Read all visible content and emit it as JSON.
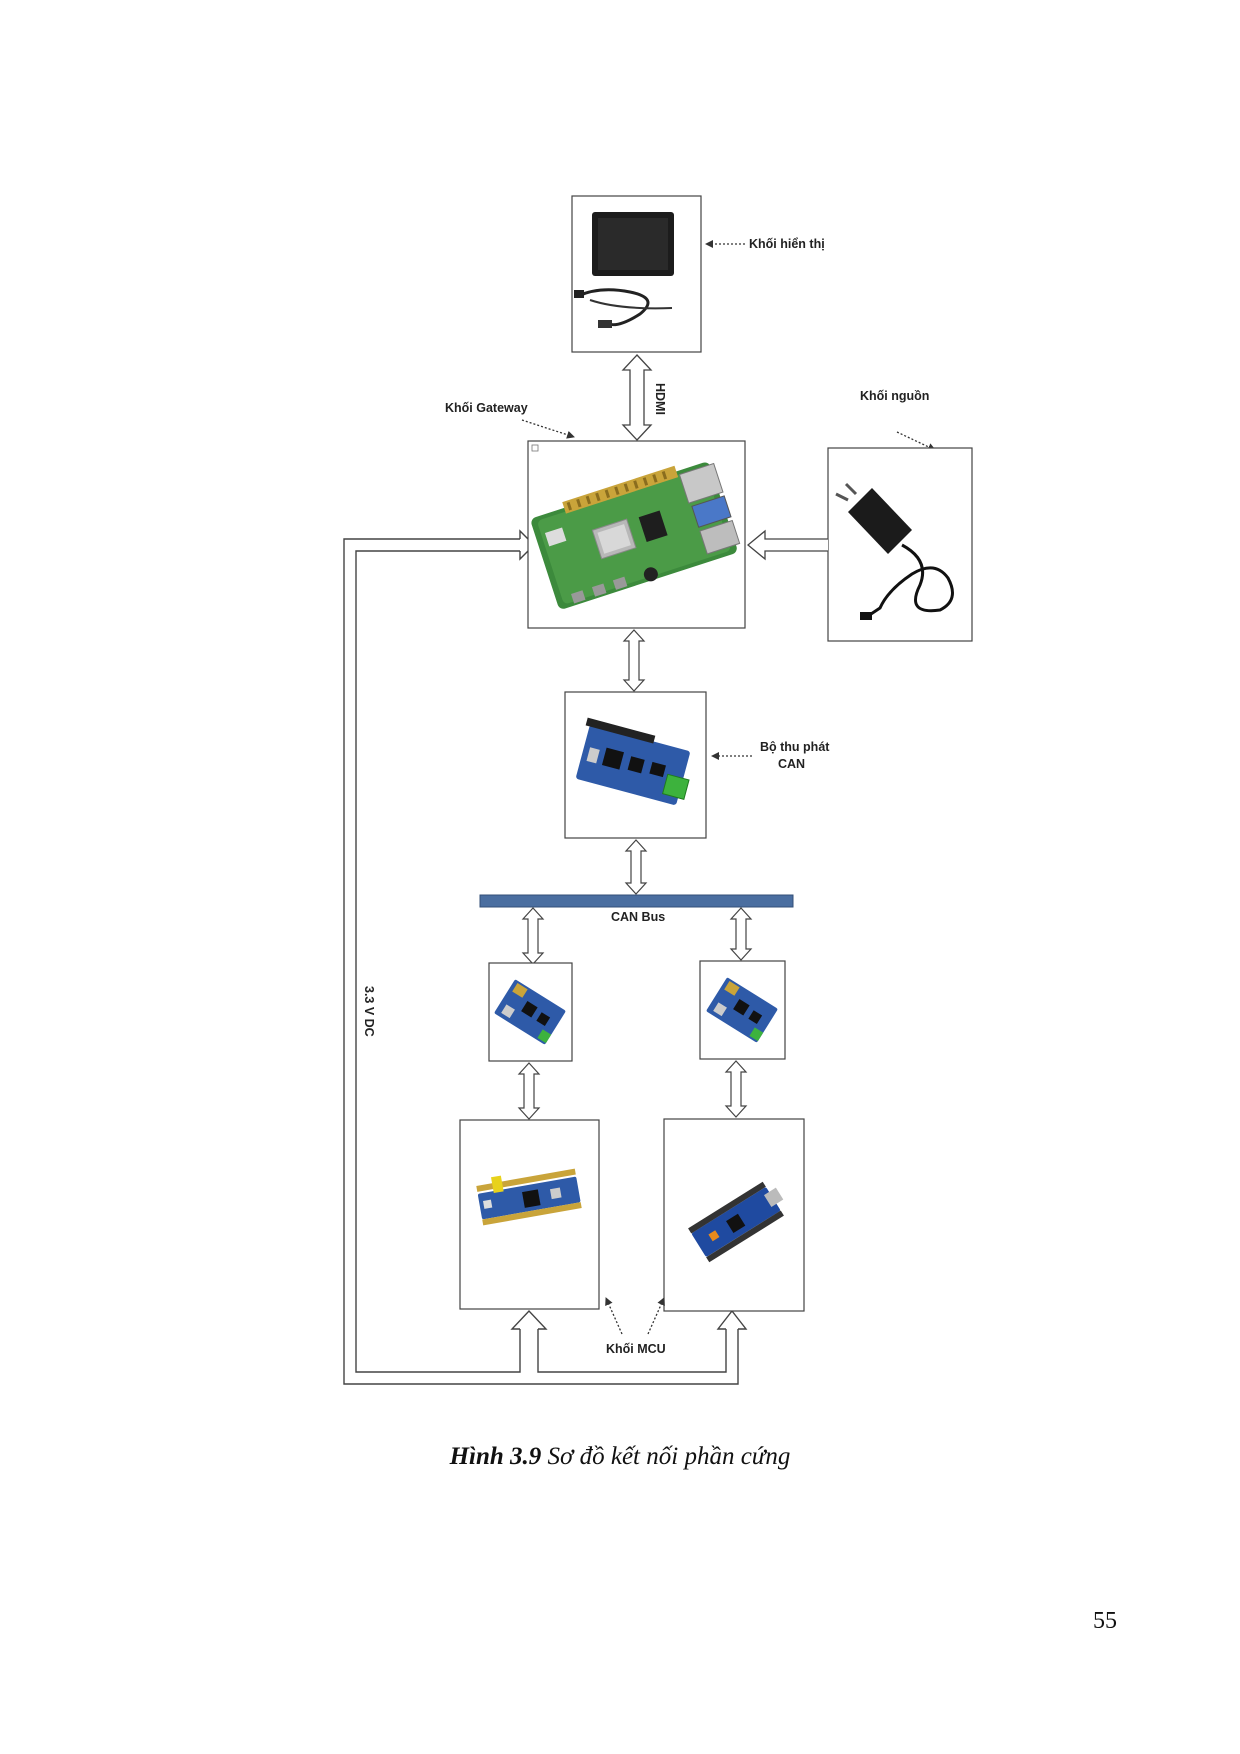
{
  "labels": {
    "display_block": "Khối hiển thị",
    "gateway_block": "Khối Gateway",
    "power_block": "Khối nguồn",
    "can_transceiver": "Bộ thu phát\nCAN",
    "can_bus": "CAN Bus",
    "mcu_block": "Khối MCU",
    "hdmi": "HDMI",
    "vdc": "3.3 V DC"
  },
  "caption": {
    "number": "Hình 3.9",
    "text": " Sơ đồ kết nối phần cứng"
  },
  "page_number": "55",
  "colors": {
    "can_bus": "#4a6ea0",
    "pcb_green": "#3c8a3c",
    "pcb_blue": "#2e5aa8",
    "border": "#444444"
  }
}
